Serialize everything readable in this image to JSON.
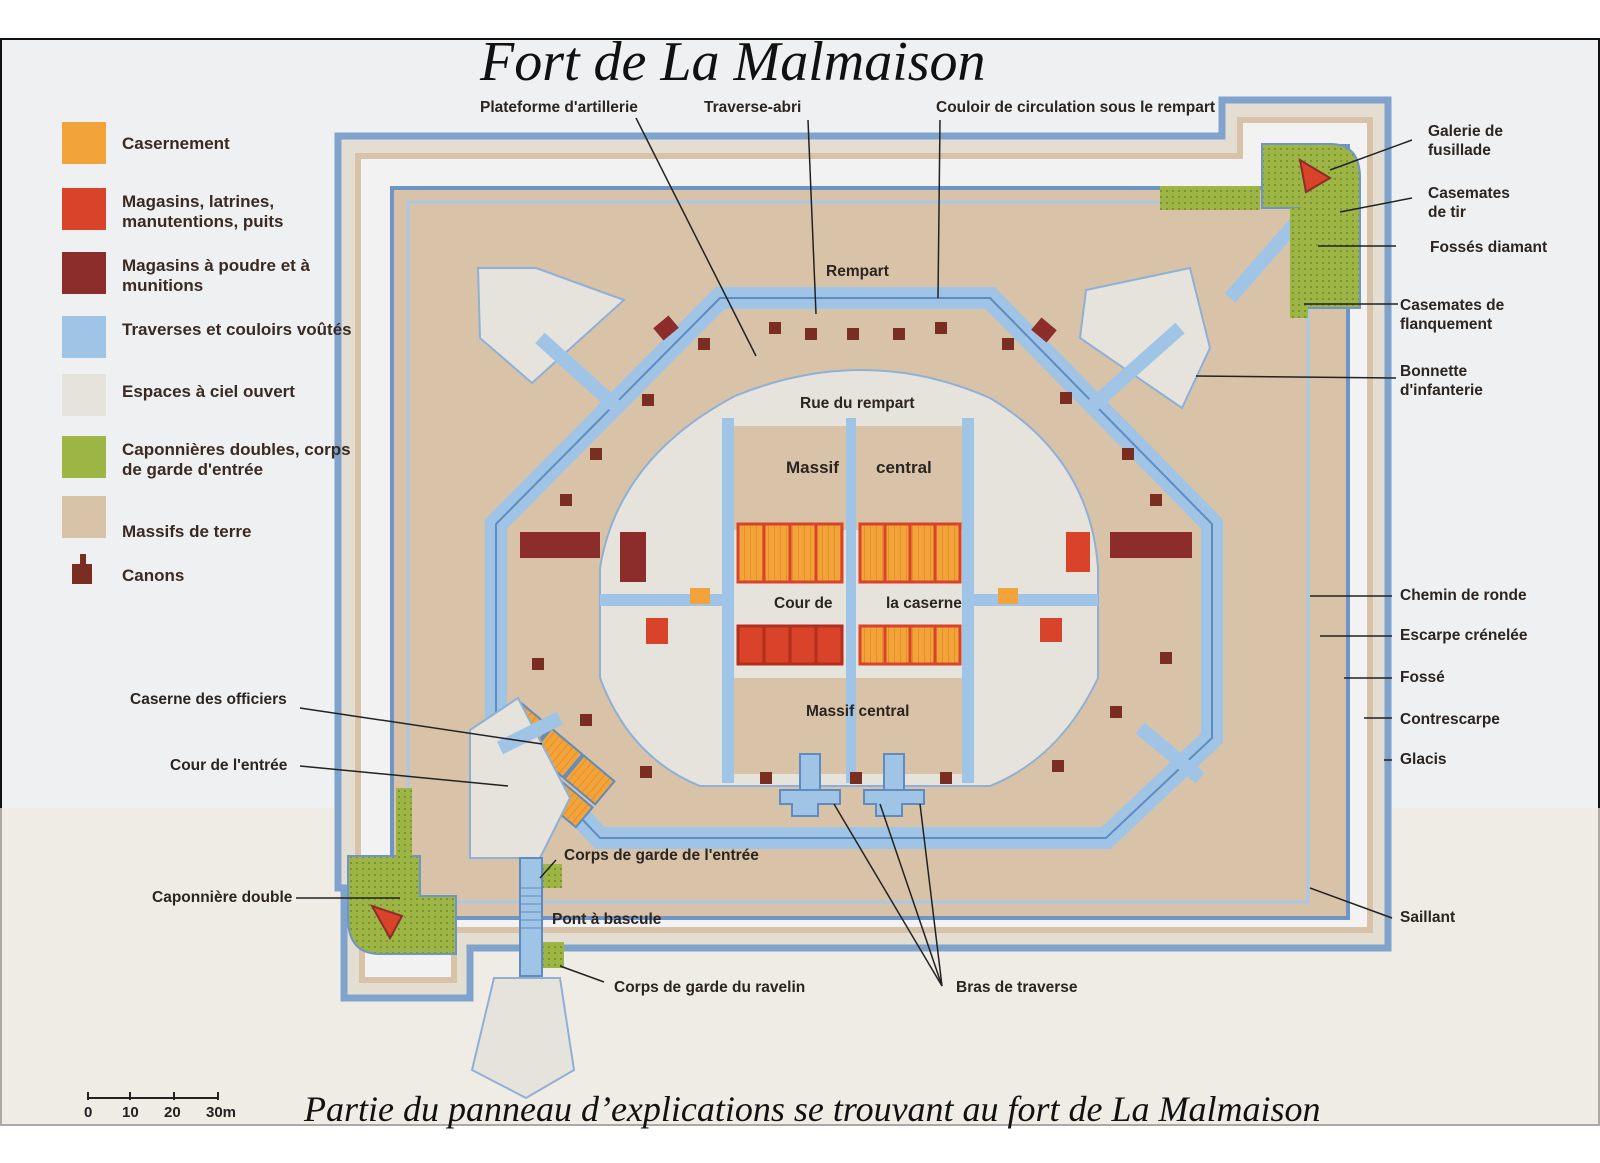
{
  "title": "Fort de La Malmaison",
  "caption": "Partie du panneau d’explications se trouvant au  fort de La Malmaison",
  "colors": {
    "casernement": "#f2a33a",
    "magasins": "#d9432a",
    "poudre": "#8c2d2c",
    "traverses": "#9fc4e6",
    "ciel_ouvert": "#e6e3dc",
    "caponnieres": "#9db545",
    "massifs": "#d8c3a8",
    "canons": "#7a2e22",
    "rampart_outline": "#6f95c4"
  },
  "legend": [
    {
      "label": "Casernement",
      "icon": "swatch-casernement"
    },
    {
      "label": "Magasins, latrines, manutentions, puits",
      "icon": "swatch-magasins"
    },
    {
      "label": "Magasins à poudre et à munitions",
      "icon": "swatch-poudre"
    },
    {
      "label": "Traverses et couloirs voûtés",
      "icon": "swatch-traverses"
    },
    {
      "label": "Espaces à ciel ouvert",
      "icon": "swatch-ciel-ouvert"
    },
    {
      "label": "Caponnières doubles, corps de garde d'entrée",
      "icon": "swatch-caponnieres"
    },
    {
      "label": "Massifs de terre",
      "icon": "swatch-massifs"
    },
    {
      "label": "Canons",
      "icon": "cannon-icon"
    }
  ],
  "labels": {
    "plateforme": "Plateforme d'artillerie",
    "traverse_abri": "Traverse-abri",
    "couloir": "Couloir de circulation sous le rempart",
    "galerie": "Galerie de fusillade",
    "casemates_tir": "Casemates de tir",
    "fosses_diamant": "Fossés diamant",
    "casemates_flanquement": "Casemates de flanquement",
    "bonnette": "Bonnette d'infanterie",
    "rempart": "Rempart",
    "rue_rempart": "Rue du rempart",
    "massif_central_top_a": "Massif",
    "massif_central_top_b": "central",
    "cour_a": "Cour de",
    "cour_b": "la caserne",
    "massif_central_bottom": "Massif central",
    "chemin_ronde": "Chemin de ronde",
    "escarpe": "Escarpe crénelée",
    "fosse": "Fossé",
    "contrescarpe": "Contrescarpe",
    "glacis": "Glacis",
    "caserne_officiers": "Caserne des officiers",
    "cour_entree": "Cour de l'entrée",
    "corps_garde_entree": "Corps de garde de l'entrée",
    "caponniere_double": "Caponnière double",
    "pont_bascule": "Pont à bascule",
    "corps_garde_ravelin": "Corps de garde du ravelin",
    "bras_traverse": "Bras de traverse",
    "saillant": "Saillant"
  },
  "scale": {
    "ticks": [
      "0",
      "10",
      "20",
      "30m"
    ]
  }
}
